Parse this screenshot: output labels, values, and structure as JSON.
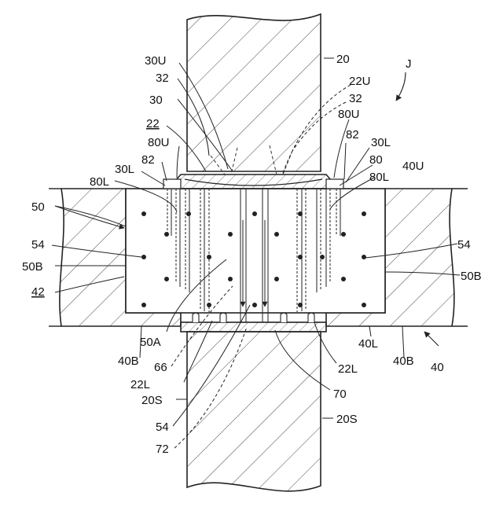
{
  "labels": {
    "l_20": "20",
    "l_J": "J",
    "l_30U": "30U",
    "l_32a": "32",
    "l_22U": "22U",
    "l_32b": "32",
    "l_30": "30",
    "l_80Ur": "80U",
    "l_22": "22",
    "l_82r": "82",
    "l_80Ul": "80U",
    "l_30Lr": "30L",
    "l_82l": "82",
    "l_80r": "80",
    "l_30Ll": "30L",
    "l_40U": "40U",
    "l_80Ll": "80L",
    "l_80Lr": "80L",
    "l_50": "50",
    "l_54l": "54",
    "l_54r": "54",
    "l_50Bl": "50B",
    "l_50Br": "50B",
    "l_42": "42",
    "l_50A": "50A",
    "l_40L": "40L",
    "l_40Bl": "40B",
    "l_40Br": "40B",
    "l_40": "40",
    "l_66": "66",
    "l_22Lr": "22L",
    "l_22Ll": "22L",
    "l_70": "70",
    "l_20Sl": "20S",
    "l_20Sr": "20S",
    "l_54b": "54",
    "l_72": "72"
  },
  "colors": {
    "line": "#222222",
    "hatch": "#555555",
    "background": "#ffffff"
  }
}
